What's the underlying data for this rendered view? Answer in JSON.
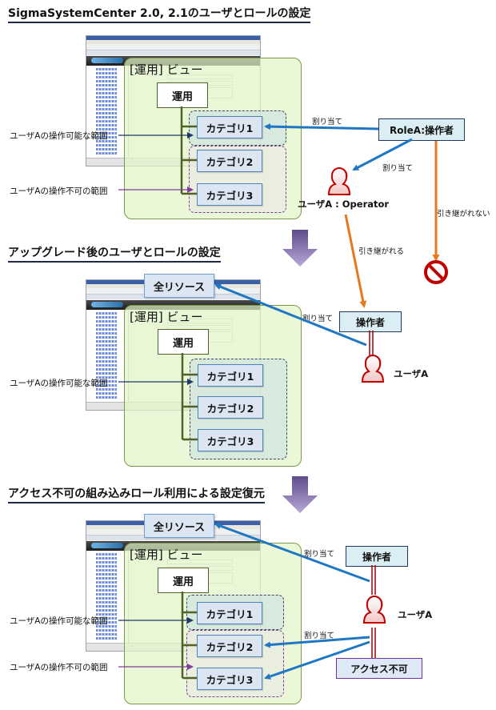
{
  "colors": {
    "role_link": "#1f77c4",
    "inherit_line": "#e6781e",
    "tree_line": "#4f6228",
    "ok_range_arrow": "#1f3864",
    "ng_range_arrow": "#7f3f98",
    "user_icon": "#c00000",
    "stage_arrow": "#5f4b8b"
  },
  "sections": [
    {
      "heading": "SigmaSystemCenter  2.0, 2.1のユーザとロールの設定",
      "view_title": "[運用] ビュー",
      "root_node": "運用",
      "categories": [
        "カテゴリ1",
        "カテゴリ2",
        "カテゴリ3"
      ],
      "side_labels": {
        "operable": "ユーザAの操作可能な範囲",
        "not_operable": "ユーザAの操作不可の範囲"
      },
      "role_note": "RoleA:操作者",
      "assign_labels": [
        "割り当て",
        "割り当て"
      ],
      "user_label": "ユーザA : Operator",
      "inherited_label": "引き継がれる",
      "not_inherited_label": "引き継がれない",
      "prohibited_icon": "no-entry-icon"
    },
    {
      "heading": "アップグレード後のユーザとロールの設定",
      "all_resources": "全リソース",
      "view_title": "[運用] ビュー",
      "root_node": "運用",
      "categories": [
        "カテゴリ1",
        "カテゴリ2",
        "カテゴリ3"
      ],
      "side_labels": {
        "operable": "ユーザAの操作可能な範囲"
      },
      "role_note": "操作者",
      "assign_label": "割り当て",
      "user_label": "ユーザA"
    },
    {
      "heading": "アクセス不可の組み込みロール利用による設定復元",
      "all_resources": "全リソース",
      "view_title": "[運用] ビュー",
      "root_node": "運用",
      "categories": [
        "カテゴリ1",
        "カテゴリ2",
        "カテゴリ3"
      ],
      "side_labels": {
        "operable": "ユーザAの操作可能な範囲",
        "not_operable": "ユーザAの操作不可の範囲"
      },
      "role_note": "操作者",
      "deny_note": "アクセス不可",
      "assign_labels": [
        "割り当て",
        "割り当て"
      ],
      "user_label": "ユーザA"
    }
  ]
}
